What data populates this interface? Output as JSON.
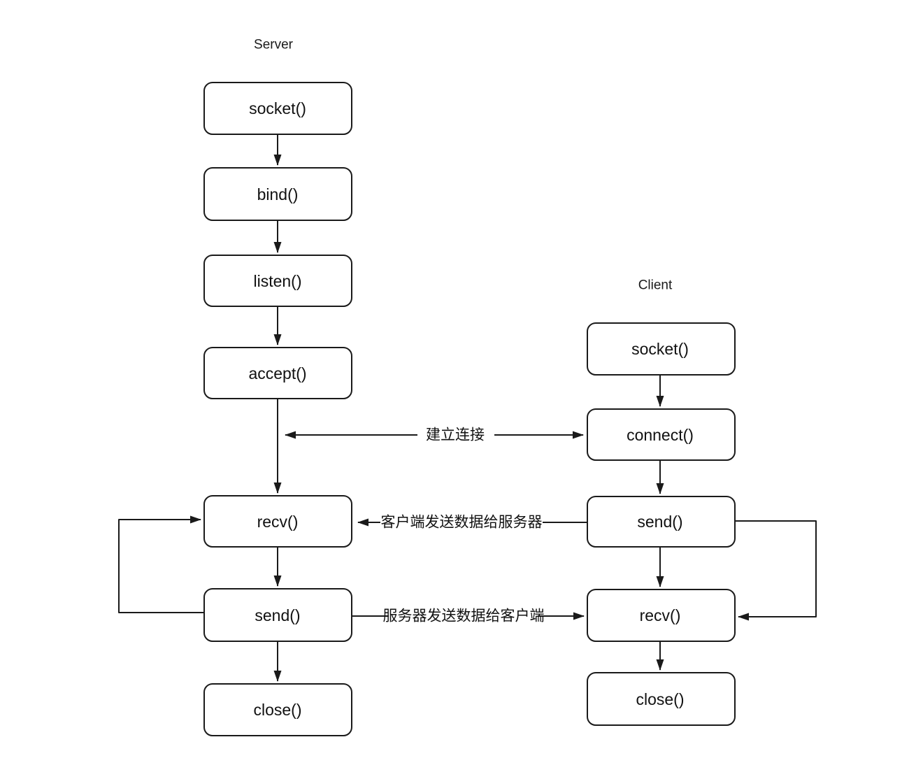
{
  "diagram": {
    "type": "flowchart",
    "columns": [
      {
        "id": "server",
        "title": "Server",
        "nodes": [
          "socket()",
          "bind()",
          "listen()",
          "accept()",
          "recv()",
          "send()",
          "close()"
        ]
      },
      {
        "id": "client",
        "title": "Client",
        "nodes": [
          "socket()",
          "connect()",
          "send()",
          "recv()",
          "close()"
        ]
      }
    ],
    "connectors": {
      "establish": "建立连接",
      "client_to_server": "客户端发送数据给服务器",
      "server_to_client": "服务器发送数据给客户端"
    },
    "colors": {
      "stroke": "#1a1a1a",
      "node_fill": "#ffffff",
      "background": "#ffffff",
      "text": "#111111"
    }
  }
}
